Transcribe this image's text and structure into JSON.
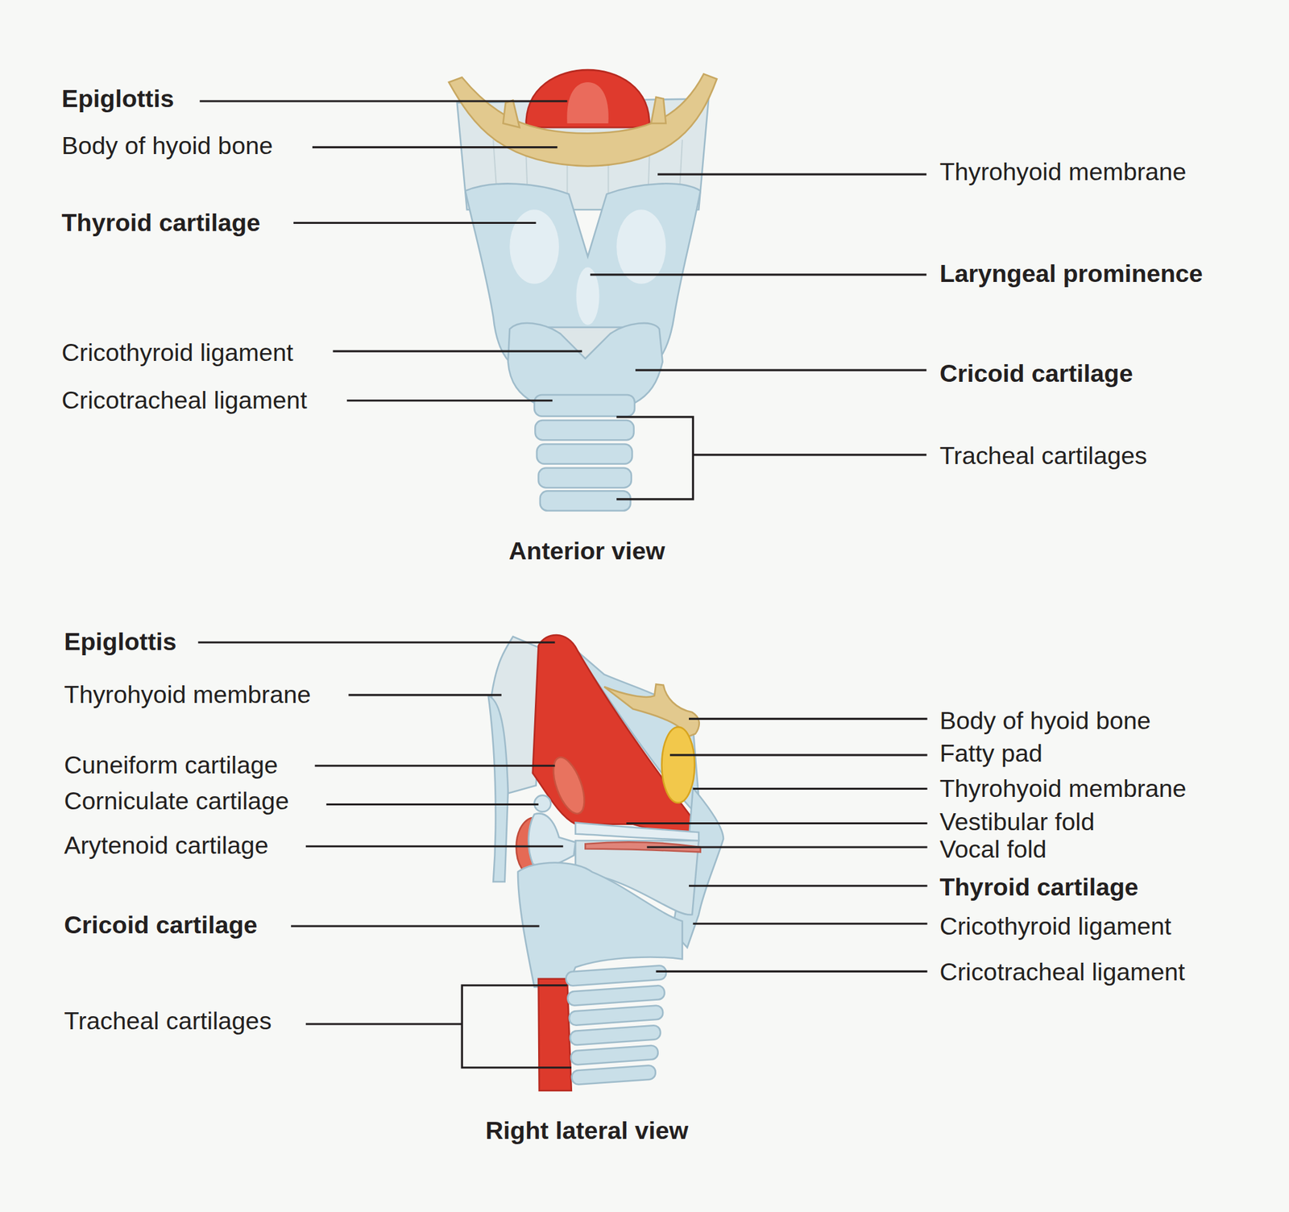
{
  "diagram": {
    "labels": [
      "Epiglottis",
      "Body of hyoid bone",
      "Thyroid cartilage",
      "Cricothyroid ligament",
      "Cricotracheal ligament",
      "Thyrohyoid membrane",
      "Laryngeal prominence",
      "Cricoid cartilage",
      "Tracheal cartilages",
      "Anterior view",
      "Epiglottis",
      "Thyrohyoid membrane",
      "Cuneiform cartilage",
      "Corniculate cartilage",
      "Arytenoid cartilage",
      "Cricoid cartilage",
      "Tracheal cartilages",
      "Body of hyoid bone",
      "Fatty pad",
      "Thyrohyoid membrane",
      "Vestibular fold",
      "Vocal fold",
      "Thyroid cartilage",
      "Cricothyroid ligament",
      "Cricotracheal ligament",
      "Right lateral view"
    ]
  }
}
